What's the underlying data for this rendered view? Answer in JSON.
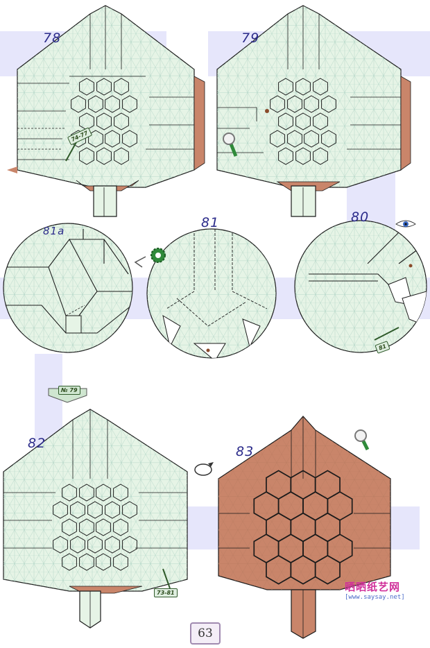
{
  "steps": {
    "s78": "78",
    "s79": "79",
    "s80": "80",
    "s81": "81",
    "s81a": "81a",
    "s82": "82",
    "s83": "83"
  },
  "tags": {
    "ref_74_77": "74-77",
    "ref_81": "81",
    "ref_73_81": "73-81",
    "ref_no79": "№ 79"
  },
  "page_number": "63",
  "watermark": {
    "main": "晒晒纸艺网",
    "url": "[www.saysay.net]"
  },
  "colors": {
    "paper_green": "#e6f4e6",
    "paper_brown": "#c9856a",
    "band_lavender": "#e6e6fb",
    "line": "#1b1b1b",
    "grid": "#a9cfc0"
  },
  "icons": [
    "magnifier-icon",
    "eye-icon",
    "gear-icon",
    "turn-over-icon",
    "arrow-icon"
  ]
}
